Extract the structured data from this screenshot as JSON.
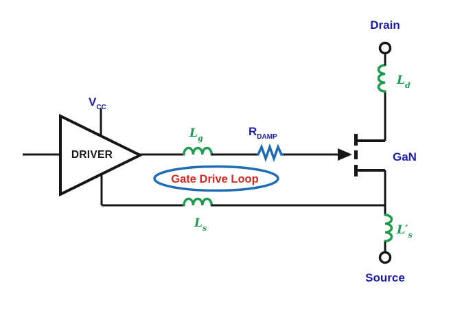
{
  "diagram_title": "Gate Drive Loop circuit schematic",
  "labels": {
    "driver": "DRIVER",
    "vcc": {
      "main": "V",
      "sub": "CC"
    },
    "lg": {
      "main": "L",
      "sub": "g"
    },
    "rdamp": {
      "main": "R",
      "sub": "DAMP"
    },
    "loop": "Gate Drive Loop",
    "ls": {
      "main": "L",
      "sub": "s"
    },
    "ls_prime": {
      "main": "L′",
      "sub": "s"
    },
    "ld": {
      "main": "L",
      "sub": "d"
    },
    "gan": "GaN",
    "drain": "Drain",
    "source": "Source"
  },
  "colors": {
    "wire_black": "#161616",
    "inductor_green": "#1d9b4f",
    "resistor_blue": "#1f6cb5",
    "loop_ellipse_blue": "#1f6cb5",
    "label_navy": "#1c1caa",
    "loop_text_red": "#d5281e",
    "background": "#ffffff"
  }
}
